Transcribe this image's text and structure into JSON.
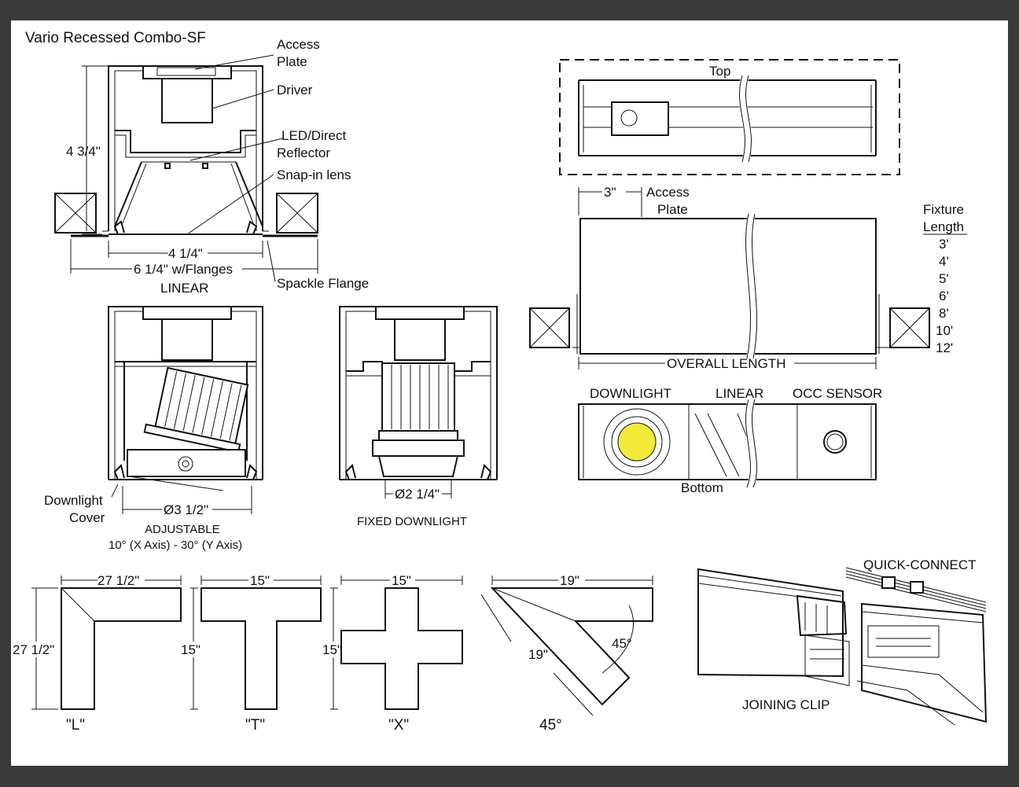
{
  "title": "Vario Recessed Combo-SF",
  "callouts": {
    "access_plate_1": "Access",
    "access_plate_2": "Plate",
    "driver": "Driver",
    "led_1": "LED/Direct",
    "led_2": "Reflector",
    "snap_lens": "Snap-in lens",
    "spackle_flange": "Spackle Flange"
  },
  "linear_section": {
    "height_dim": "4 3/4\"",
    "inner_width_dim": "4 1/4\"",
    "flange_width_dim": "6 1/4\" w/Flanges",
    "label": "LINEAR"
  },
  "adjustable_section": {
    "cover_1": "Downlight",
    "cover_2": "Cover",
    "dia_dim": "Ø3 1/2\"",
    "label": "ADJUSTABLE",
    "axis_note": "10° (X Axis)  -  30° (Y Axis)"
  },
  "fixed_section": {
    "dia_dim": "Ø2 1/4\"",
    "label": "FIXED DOWNLIGHT"
  },
  "top_view": {
    "label": "Top"
  },
  "side_view": {
    "offset_dim": "3\"",
    "access_1": "Access",
    "access_2": "Plate",
    "length_label": "OVERALL LENGTH"
  },
  "fixture_length": {
    "title_1": "Fixture",
    "title_2": "Length",
    "values": [
      "3'",
      "4'",
      "5'",
      "6'",
      "8'",
      "10'",
      "12'"
    ]
  },
  "bottom_view": {
    "downlight": "DOWNLIGHT",
    "linear": "LINEAR",
    "occ": "OCC SENSOR",
    "label": "Bottom",
    "lens_color": "#f2ea3a"
  },
  "configs": {
    "l": {
      "w": "27 1/2\"",
      "h": "27 1/2\"",
      "label": "\"L\""
    },
    "t": {
      "w": "15\"",
      "h": "15\"",
      "label": "\"T\""
    },
    "x": {
      "w": "15\"",
      "h": "15\"",
      "label": "\"X\""
    },
    "a45": {
      "w": "19\"",
      "diag": "19\"",
      "angle": "45°",
      "label": "45°"
    }
  },
  "connect": {
    "quick": "QUICK-CONNECT",
    "clip": "JOINING CLIP"
  }
}
